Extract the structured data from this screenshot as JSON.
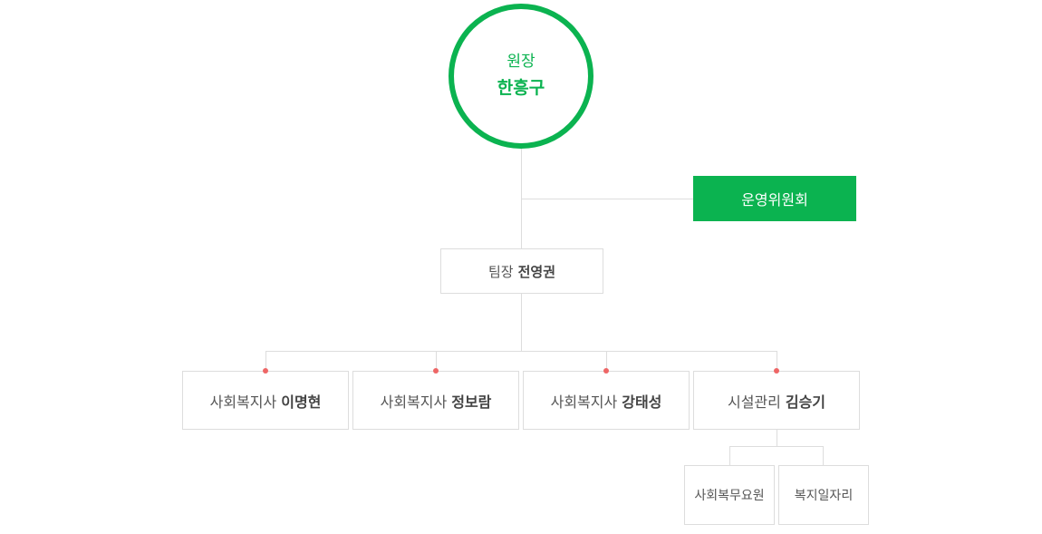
{
  "director": {
    "role": "원장",
    "name": "한흥구"
  },
  "committee": {
    "label": "운영위원회"
  },
  "team_lead": {
    "role": "팀장",
    "name": "전영권"
  },
  "staff": [
    {
      "role": "사회복지사",
      "name": "이명현"
    },
    {
      "role": "사회복지사",
      "name": "정보람"
    },
    {
      "role": "사회복지사",
      "name": "강태성"
    },
    {
      "role": "시설관리",
      "name": "김승기"
    }
  ],
  "sub_units": [
    {
      "label": "사회복무요원"
    },
    {
      "label": "복지일자리"
    }
  ],
  "colors": {
    "accent": "#0bb350",
    "dot": "#ee6666",
    "line": "#dddddd"
  }
}
